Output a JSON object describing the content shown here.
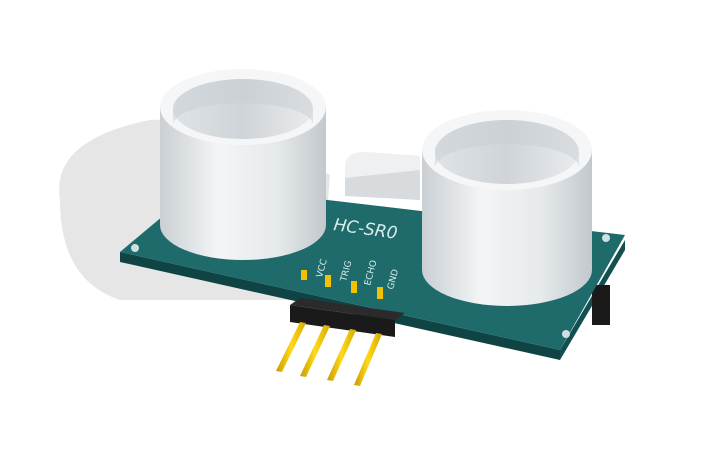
{
  "image": {
    "subject": "3D model of an HC-SR04 ultrasonic distance sensor module",
    "board_marking": "HC-SR0",
    "pin_labels": [
      "VCC",
      "TRIG",
      "ECHO",
      "GND"
    ],
    "colors": {
      "background": "#ffffff",
      "pcb": "#1f6b6c",
      "pcb_edge": "#0f4344",
      "transducer": "#e8ecef",
      "pin_gold": "#f2c200",
      "header_body": "#1a1a1a",
      "shadow": "#e4e4e4",
      "crystal": "#d9dde0"
    }
  }
}
